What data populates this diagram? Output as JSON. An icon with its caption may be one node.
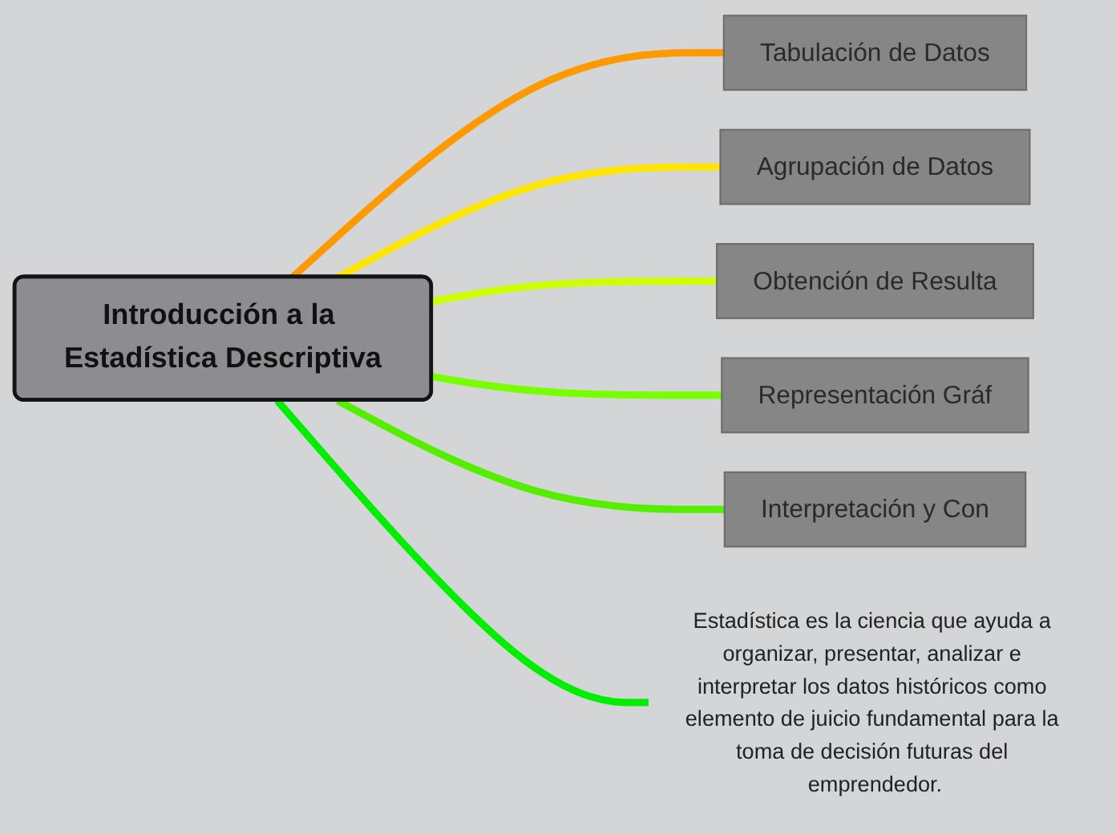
{
  "diagram": {
    "nodes": [
      {
        "text": [
          "Introducción a la Estadística Descriptiva"
        ]
      },
      {
        "text": [
          "Tabulación de Datos"
        ]
      },
      {
        "text": [
          "Agrupación de Datos"
        ]
      },
      {
        "text": [
          "Obtención de Resulta"
        ]
      },
      {
        "text": [
          "Representación Gráf"
        ]
      },
      {
        "text": [
          "Interpretación y Con"
        ]
      },
      {
        "text": [
          "Estadística es la ciencia que ayuda a organizar, presentar, analizar e interpretar los datos históricos como elemento de juicio fundamental para la toma de decisión futuras del emprendedor."
        ]
      }
    ],
    "edges": [
      {
        "from": 0,
        "to": 1,
        "arrow": "none",
        "color": "#ff9900"
      },
      {
        "from": 0,
        "to": 2,
        "arrow": "none",
        "color": "#ffe600"
      },
      {
        "from": 0,
        "to": 3,
        "arrow": "none",
        "color": "#ccff00"
      },
      {
        "from": 0,
        "to": 4,
        "arrow": "none",
        "color": "#77ff00"
      },
      {
        "from": 0,
        "to": 5,
        "arrow": "none",
        "color": "#55ee00"
      },
      {
        "from": 0,
        "to": 6,
        "arrow": "none",
        "color": "#00ee00"
      }
    ]
  }
}
